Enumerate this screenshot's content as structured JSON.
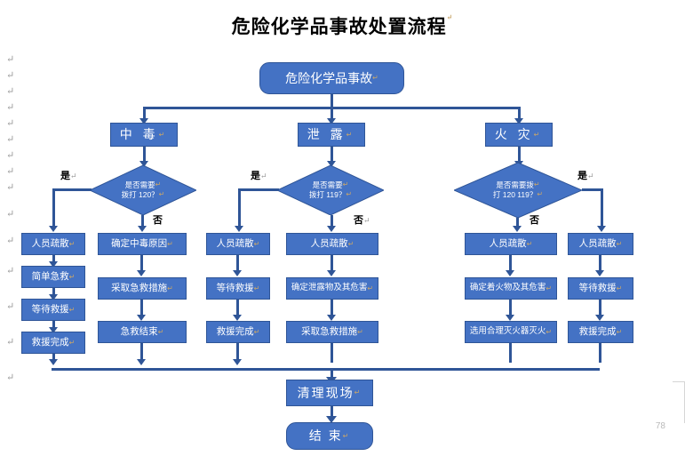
{
  "document": {
    "title": "危险化学品事故处置流程",
    "page_number": "78",
    "paragraph_mark": "↵"
  },
  "flowchart": {
    "type": "flowchart",
    "start": {
      "label": "危险化学品事故",
      "shape": "rounded-rectangle"
    },
    "end": {
      "label": "结 束",
      "shape": "rounded-rectangle"
    },
    "cleanup": {
      "label": "清理现场",
      "shape": "rectangle"
    },
    "categories": [
      {
        "id": "poison",
        "label": "中 毒"
      },
      {
        "id": "leak",
        "label": "泄 露"
      },
      {
        "id": "fire",
        "label": "火 灾"
      }
    ],
    "decisions": [
      {
        "id": "d-poison",
        "line1": "是否需要",
        "line2": "拨打 120？",
        "yes": "是",
        "no": "否"
      },
      {
        "id": "d-leak",
        "line1": "是否需要",
        "line2": "拨打 119？",
        "yes": "是",
        "no": "否"
      },
      {
        "id": "d-fire",
        "line1": "是否需要拨",
        "line2": "打 120 119？",
        "yes": "是",
        "no": "否"
      }
    ],
    "columns": [
      {
        "id": "poison-yes",
        "steps": [
          "人员疏散",
          "简单急救",
          "等待救援",
          "救援完成"
        ]
      },
      {
        "id": "poison-no",
        "steps": [
          "确定中毒原因",
          "采取急救措施",
          "急救结束"
        ]
      },
      {
        "id": "leak-yes",
        "steps": [
          "人员疏散",
          "等待救援",
          "救援完成"
        ]
      },
      {
        "id": "leak-no",
        "steps": [
          "人员疏散",
          "确定泄露物及其危害",
          "采取急救措施"
        ]
      },
      {
        "id": "fire-no",
        "steps": [
          "人员疏散",
          "确定着火物及其危害",
          "选用合理灭火器灭火"
        ]
      },
      {
        "id": "fire-yes",
        "steps": [
          "人员疏散",
          "等待救援",
          "救援完成"
        ]
      }
    ],
    "colors": {
      "shape_fill": "#4472C4",
      "shape_border": "#2F5597",
      "shape_text": "#FFFFFF",
      "connector": "#2F5597",
      "title_text": "#000000"
    }
  }
}
